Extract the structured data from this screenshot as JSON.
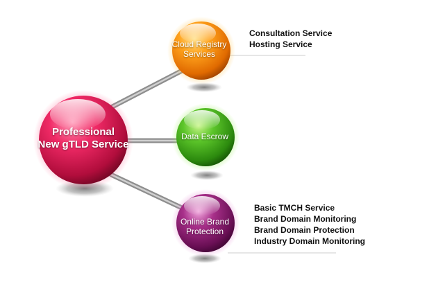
{
  "hub": {
    "line1": "Professional",
    "line2": "New gTLD Service",
    "color": "#e0184f"
  },
  "satellites": [
    {
      "id": "cloud",
      "line1": "Cloud Registry",
      "line2": "Services",
      "color": "#f7941d",
      "services": [
        "Consultation Service",
        "Hosting Service"
      ]
    },
    {
      "id": "escrow",
      "line1": "Data Escrow",
      "line2": "",
      "color": "#46a81c",
      "services": []
    },
    {
      "id": "brand",
      "line1": "Online Brand",
      "line2": "Protection",
      "color": "#8a1f6e",
      "services": [
        "Basic TMCH Service",
        "Brand Domain Monitoring",
        "Brand Domain Protection",
        "Industry Domain Monitoring"
      ]
    }
  ]
}
